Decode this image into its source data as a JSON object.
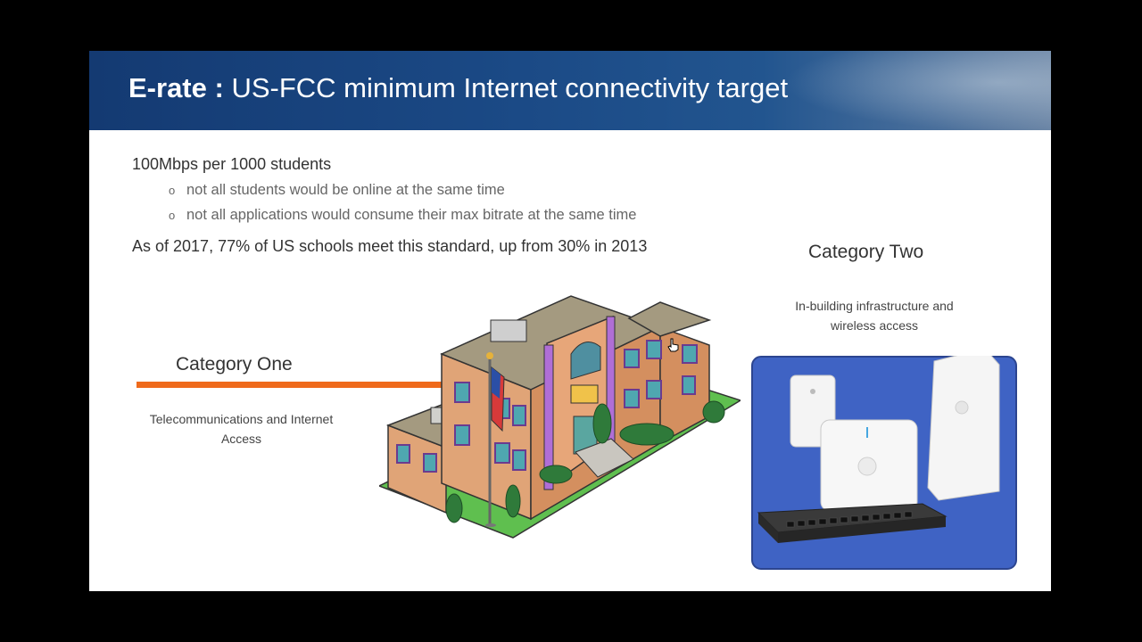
{
  "slide": {
    "title_bold": "E-rate :",
    "title_rest": "US-FCC minimum Internet connectivity target",
    "line1": "100Mbps per 1000 students",
    "subbullets": [
      "not all students would be online at the same time",
      "not all applications would consume their max bitrate at the same time"
    ],
    "bullet_symbol": "o",
    "line2": "As of 2017, 77% of US schools meet this standard, up from 30% in 2013",
    "category_one": {
      "title": "Category One",
      "desc_line1": "Telecommunications and Internet",
      "desc_line2": "Access"
    },
    "category_two": {
      "title": "Category Two",
      "desc_line1": "In-building infrastructure and",
      "desc_line2": "wireless access"
    }
  },
  "colors": {
    "title_bar": "#1b4a86",
    "accent_orange": "#ef6a1b",
    "equipment_bg": "#3f63c4"
  },
  "icons": {
    "bullet": "hollow-circle",
    "cursor": "hand-pointer-icon"
  }
}
